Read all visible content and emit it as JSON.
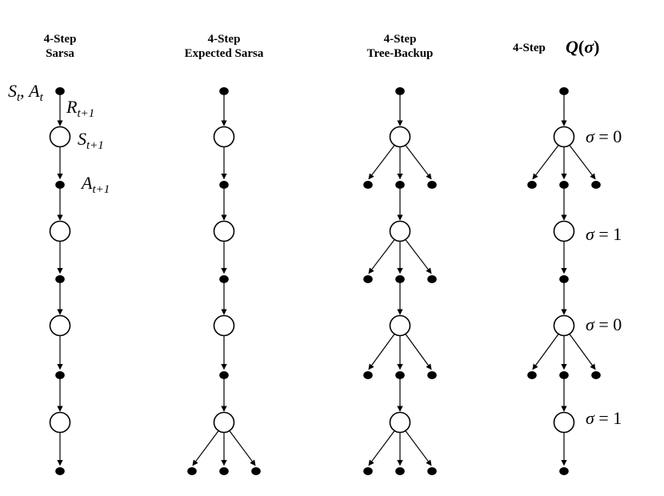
{
  "columns": [
    {
      "id": "sarsa",
      "title_line1": "4-Step",
      "title_line2": "Sarsa"
    },
    {
      "id": "expected-sarsa",
      "title_line1": "4-Step",
      "title_line2": "Expected Sarsa"
    },
    {
      "id": "tree-backup",
      "title_line1": "4-Step",
      "title_line2": "Tree-Backup"
    },
    {
      "id": "q-sigma",
      "title_line1": "4-Step",
      "title_symbol": "Q",
      "title_arg": "σ"
    }
  ],
  "labels": {
    "S_t": "S",
    "S_t_sub": "t",
    "comma": ", ",
    "A_t": "A",
    "A_t_sub": "t",
    "R_t1": "R",
    "R_t1_sub": "t+1",
    "S_t1": "S",
    "S_t1_sub": "t+1",
    "A_t1": "A",
    "A_t1_sub": "t+1"
  },
  "sigma_labels": [
    {
      "symbol": "σ",
      "rel": " = ",
      "value": "0"
    },
    {
      "symbol": "σ",
      "rel": " = ",
      "value": "1"
    },
    {
      "symbol": "σ",
      "rel": " = ",
      "value": "0"
    },
    {
      "symbol": "σ",
      "rel": " = ",
      "value": "1"
    }
  ],
  "colors": {
    "ink": "#000000",
    "background": "#ffffff"
  }
}
